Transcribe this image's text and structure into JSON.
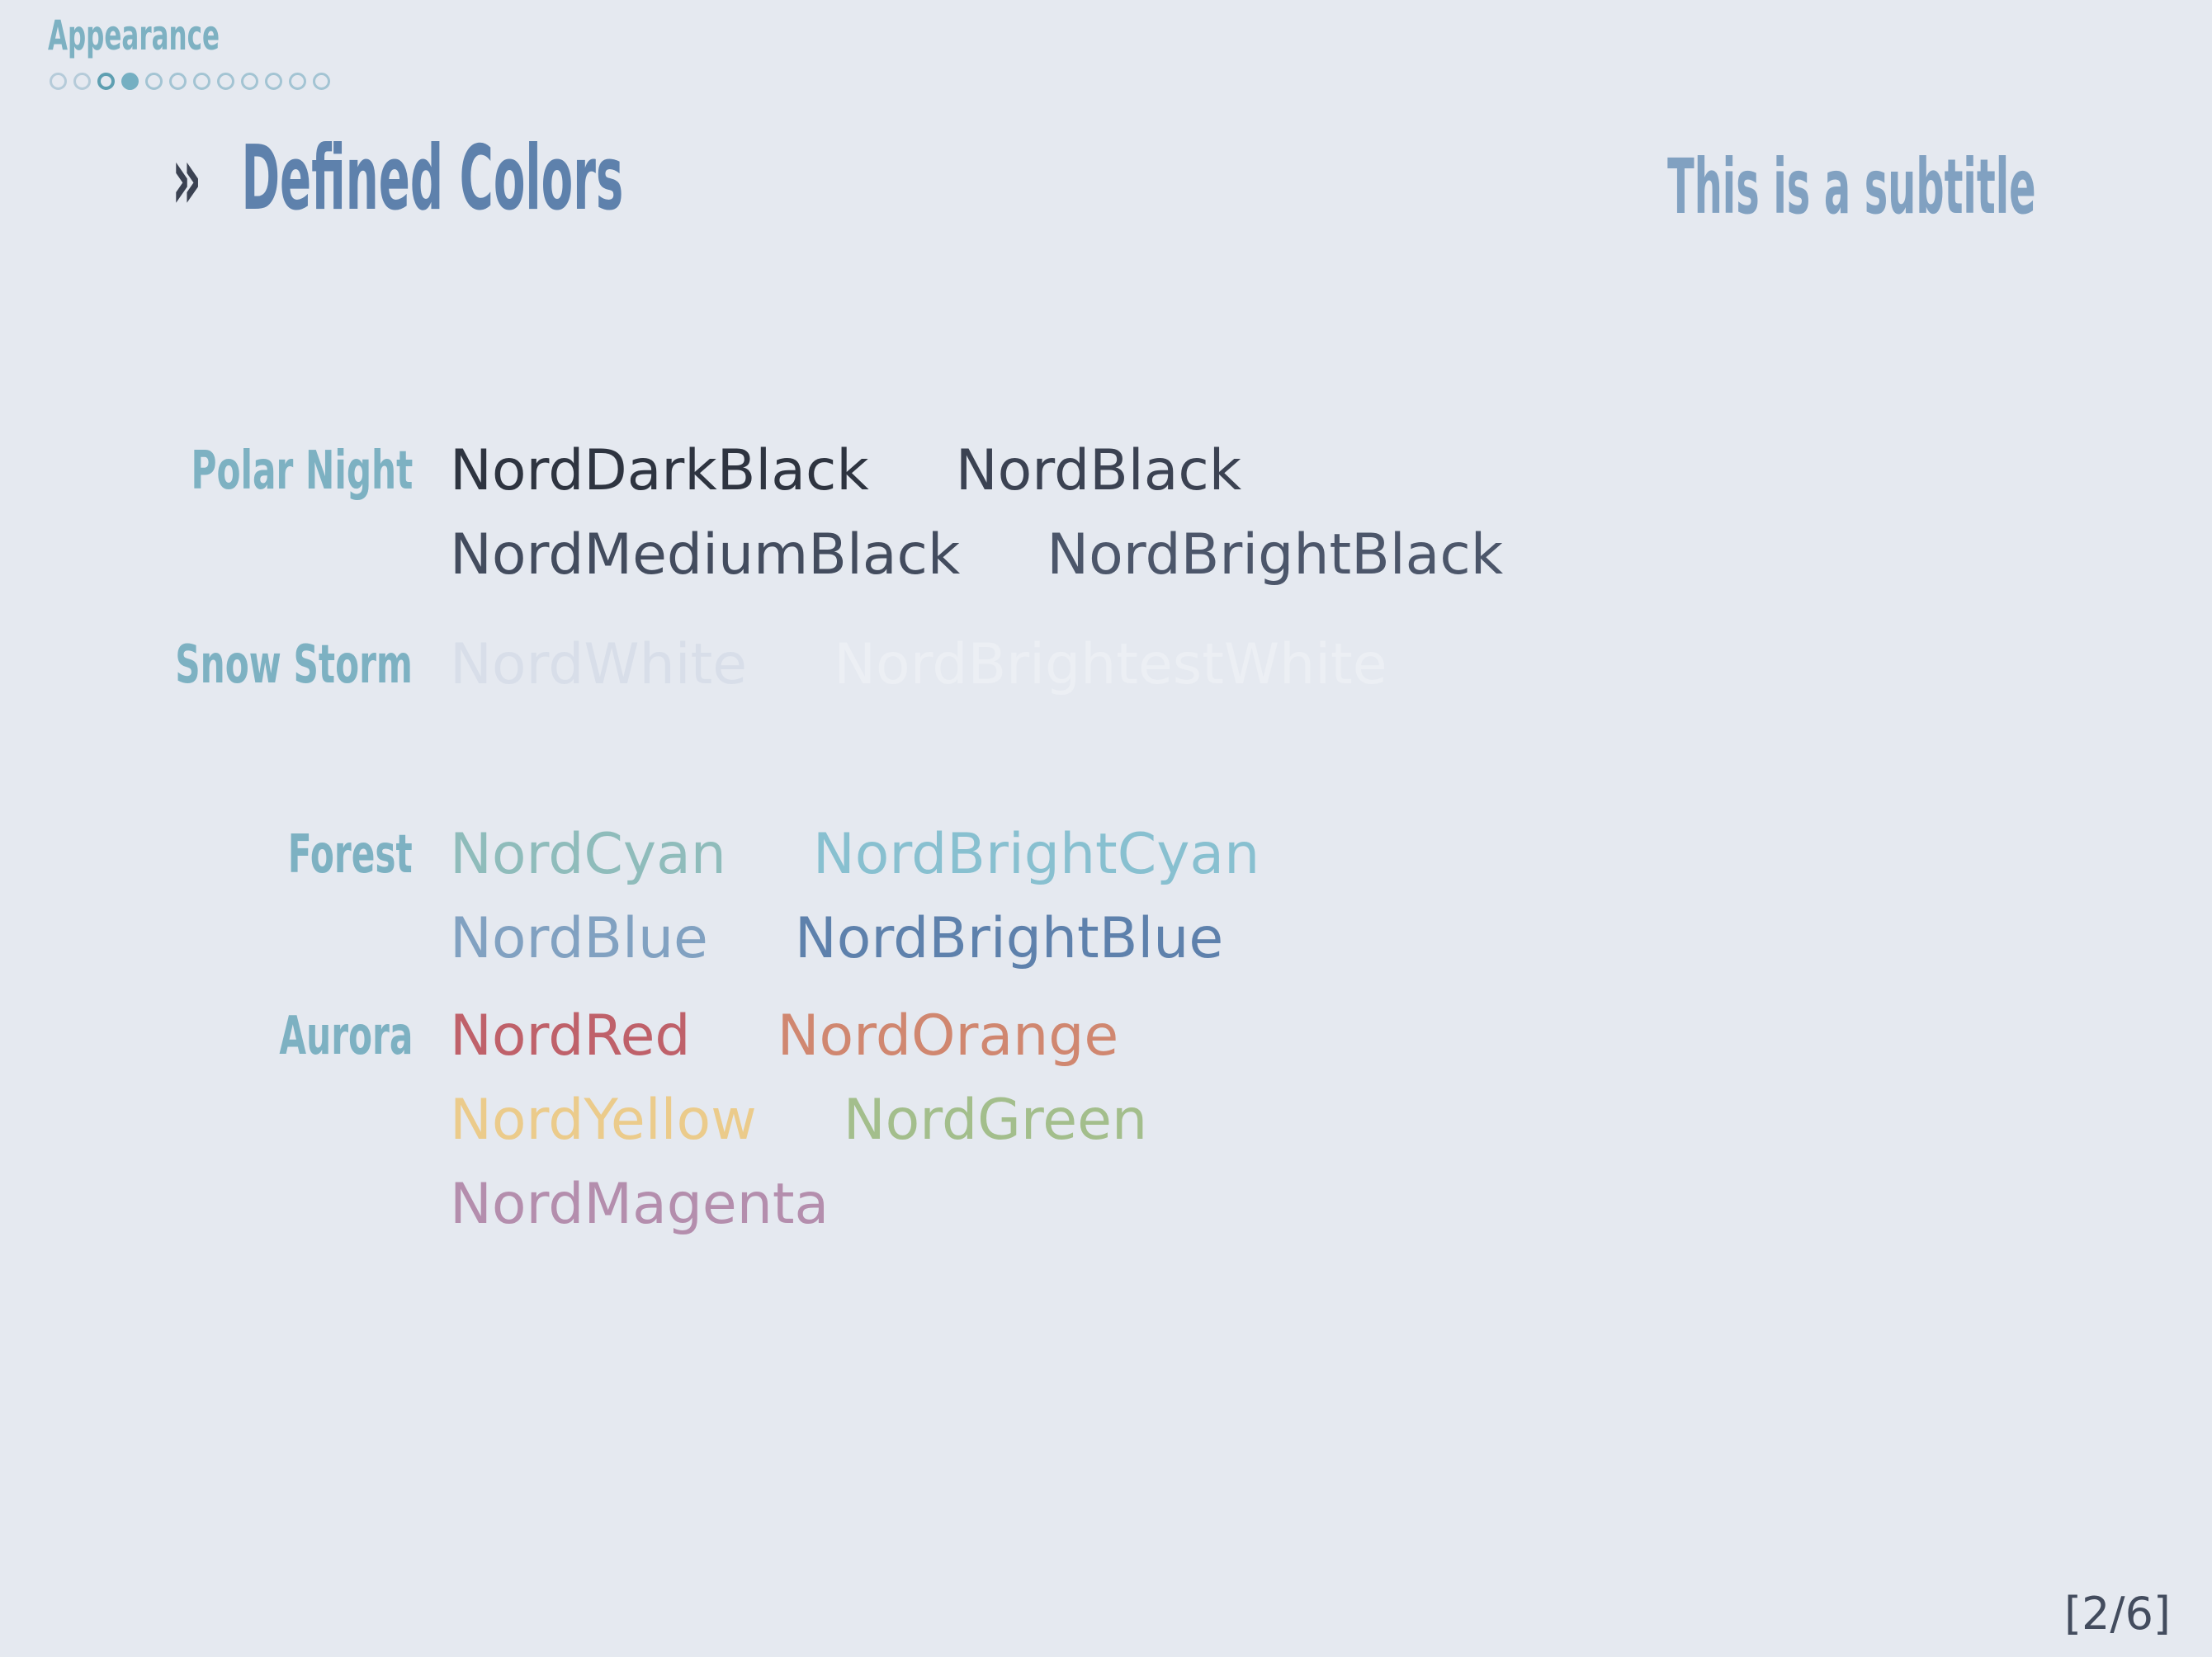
{
  "slide": {
    "background_color": "#E5E9F0",
    "header": {
      "section_label": "Appearance",
      "accent_color": "#7DB1C2",
      "progress_dots": {
        "total": 12,
        "states": [
          "past",
          "past",
          "current-outline",
          "current",
          "future",
          "future",
          "future",
          "future",
          "future",
          "future",
          "future",
          "future"
        ]
      }
    },
    "title_bar": {
      "marker": "»",
      "marker_color": "#3B4252",
      "title": "Defined Colors",
      "title_color": "#5E81AC",
      "subtitle": "This is a subtitle",
      "subtitle_color": "#81A1C1"
    },
    "color_groups": [
      {
        "label": "Polar Night",
        "lines": [
          [
            {
              "name": "NordDarkBlack",
              "color": "#2E3440"
            },
            {
              "name": "NordBlack",
              "color": "#3B4252"
            }
          ],
          [
            {
              "name": "NordMediumBlack",
              "color": "#434C5E"
            },
            {
              "name": "NordBrightBlack",
              "color": "#4C566A"
            }
          ]
        ]
      },
      {
        "label": "Snow Storm",
        "lines": [
          [
            {
              "name": "NordWhite",
              "color": "#D8DEE9"
            },
            {
              "name": "NordBrightestWhite",
              "color": "#ECEFF4"
            }
          ]
        ]
      },
      {
        "label": "Forest",
        "lines": [
          [
            {
              "name": "NordCyan",
              "color": "#8FBCBB"
            },
            {
              "name": "NordBrightCyan",
              "color": "#88C0D0"
            }
          ],
          [
            {
              "name": "NordBlue",
              "color": "#81A1C1"
            },
            {
              "name": "NordBrightBlue",
              "color": "#5E81AC"
            }
          ]
        ]
      },
      {
        "label": "Aurora",
        "lines": [
          [
            {
              "name": "NordRed",
              "color": "#BF616A"
            },
            {
              "name": "NordOrange",
              "color": "#D08770"
            }
          ],
          [
            {
              "name": "NordYellow",
              "color": "#EBCB8B"
            },
            {
              "name": "NordGreen",
              "color": "#A3BE8C"
            }
          ],
          [
            {
              "name": "NordMagenta",
              "color": "#B48EAD"
            }
          ]
        ]
      }
    ],
    "footer": {
      "page_indicator": "[2/6]"
    }
  }
}
